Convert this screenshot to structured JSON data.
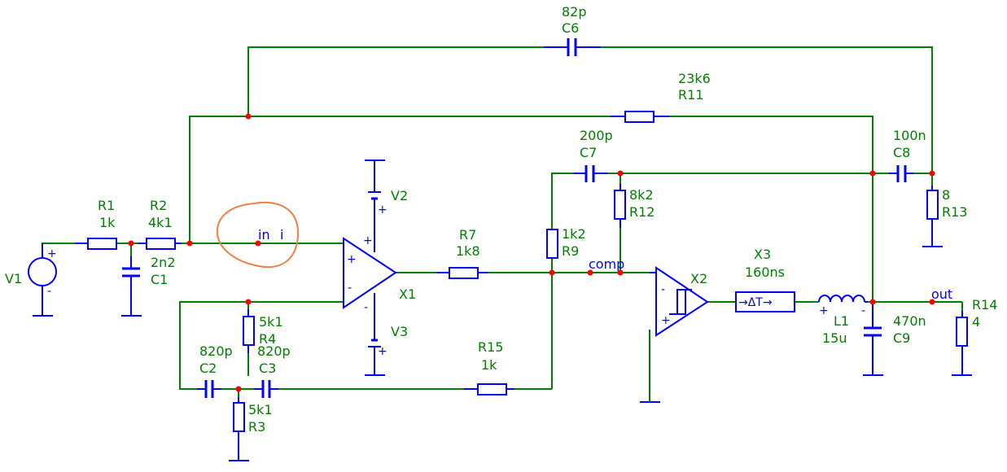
{
  "components": {
    "C6": {
      "name": "C6",
      "value": "82p"
    },
    "R11": {
      "name": "R11",
      "value": "23k6"
    },
    "C7": {
      "name": "C7",
      "value": "200p"
    },
    "C8": {
      "name": "C8",
      "value": "100n"
    },
    "R13": {
      "name": "R13",
      "value": "8"
    },
    "R12": {
      "name": "R12",
      "value": "8k2"
    },
    "R1": {
      "name": "R1",
      "value": "1k"
    },
    "R2": {
      "name": "R2",
      "value": "4k1"
    },
    "C1": {
      "name": "C1",
      "value": "2n2"
    },
    "V1": {
      "name": "V1"
    },
    "V2": {
      "name": "V2"
    },
    "V3": {
      "name": "V3"
    },
    "X1": {
      "name": "X1"
    },
    "R7": {
      "name": "R7",
      "value": "1k8"
    },
    "R9": {
      "name": "R9",
      "value": "1k2"
    },
    "X2": {
      "name": "X2"
    },
    "X3": {
      "name": "X3",
      "value": "160ns"
    },
    "L1": {
      "name": "L1",
      "value": "15u"
    },
    "C9": {
      "name": "C9",
      "value": "470n"
    },
    "R14": {
      "name": "R14",
      "value": "4"
    },
    "R4": {
      "name": "R4",
      "value": "5k1"
    },
    "C2": {
      "name": "C2",
      "value": "820p"
    },
    "C3": {
      "name": "C3",
      "value": "820p"
    },
    "R15": {
      "name": "R15",
      "value": "1k"
    },
    "R3": {
      "name": "R3",
      "value": "5k1"
    }
  },
  "nets": {
    "in": "in",
    "i": "i",
    "comp": "comp",
    "out": "out"
  },
  "symbols": {
    "plus": "+",
    "minus": "-",
    "delay": "→ΔT→"
  },
  "colors": {
    "wire": "#008000",
    "component": "#0000ff",
    "junction": "#ff0000",
    "highlight": "#f08040"
  }
}
